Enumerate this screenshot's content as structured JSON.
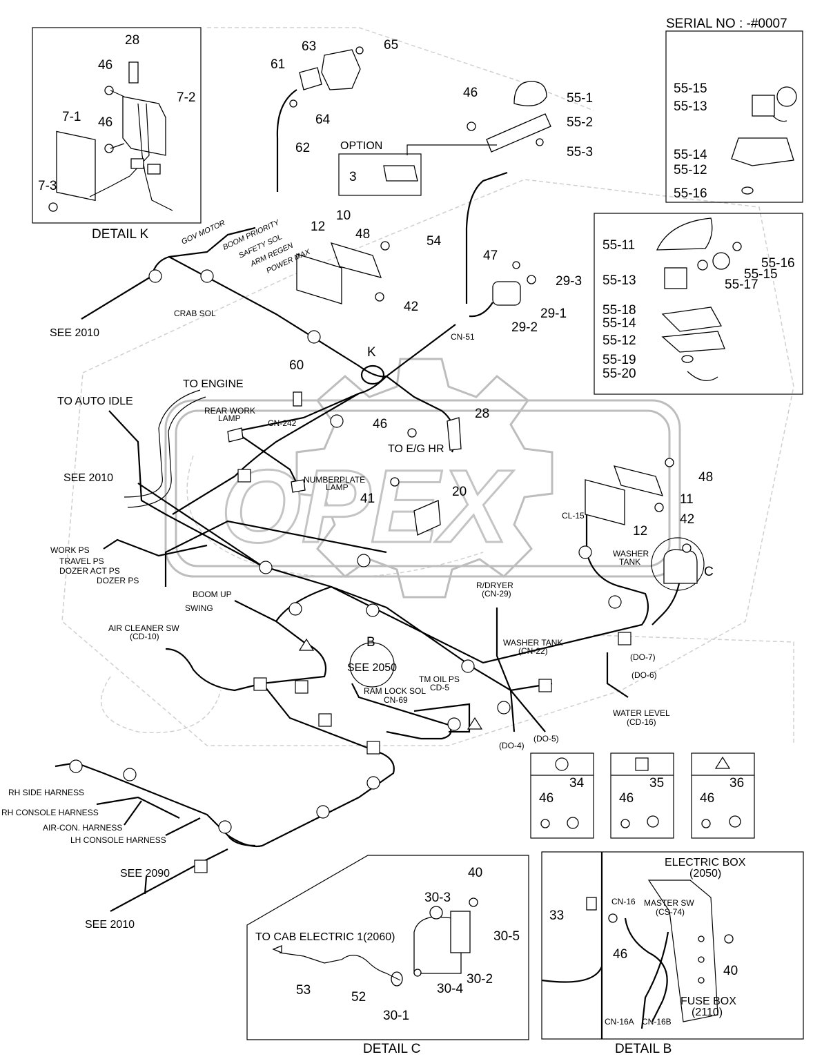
{
  "serial": "SERIAL NO : -#0007",
  "watermark": "OPEX",
  "details": {
    "k": "DETAIL K",
    "c": "DETAIL C",
    "b": "DETAIL B",
    "option": "OPTION",
    "k_marker": "K",
    "b_marker": "B",
    "c_marker": "C"
  },
  "connectors": {
    "gov_motor": "GOV MOTOR",
    "boom_priority": "BOOM PRIORITY",
    "safety_sol": "SAFETY SOL",
    "arm_regen": "ARM REGEN",
    "power_max": "POWER MAX",
    "crab_sol": "CRAB SOL",
    "cn51": "CN-51",
    "cn242": "CN-242",
    "rear_work_lamp_1": "REAR WORK",
    "rear_work_lamp_2": "LAMP",
    "numberplate_1": "NUMBERPLATE",
    "numberplate_2": "LAMP",
    "to_eg_hr": "TO E/G HR",
    "cl15": "CL-15",
    "washer_tank_1": "WASHER",
    "washer_tank_2": "TANK",
    "work_ps": "WORK PS",
    "travel_ps": "TRAVEL PS",
    "dozer_act_ps": "DOZER ACT PS",
    "dozer_ps": "DOZER PS",
    "boom_up": "BOOM UP",
    "swing": "SWING",
    "air_cleaner_1": "AIR CLEANER SW",
    "air_cleaner_2": "(CD-10)",
    "rdryer_1": "R/DRYER",
    "rdryer_2": "(CN-29)",
    "washer_cn22_1": "WASHER TANK",
    "washer_cn22_2": "(CN-22)",
    "do7": "(DO-7)",
    "do6": "(DO-6)",
    "do4": "(DO-4)",
    "do5": "(DO-5)",
    "water_level_1": "WATER LEVEL",
    "water_level_2": "(CD-16)",
    "tm_oil_1": "TM OIL PS",
    "tm_oil_2": "CD-5",
    "ram_lock_1": "RAM LOCK SOL",
    "ram_lock_2": "CN-69",
    "rh_side": "RH SIDE HARNESS",
    "rh_console": "RH CONSOLE HARNESS",
    "aircon": "AIR-CON. HARNESS",
    "lh_console": "LH CONSOLE HARNESS",
    "cn16": "CN-16",
    "master_sw_1": "MASTER SW",
    "master_sw_2": "(CS-74)",
    "cn16a": "CN-16A",
    "cn16b": "CN-16B"
  },
  "references": {
    "see2010_a": "SEE 2010",
    "see2010_b": "SEE 2010",
    "see2010_c": "SEE 2010",
    "see2050": "SEE 2050",
    "see2090": "SEE 2090",
    "to_engine": "TO ENGINE",
    "to_auto_idle": "TO AUTO IDLE",
    "to_cab": "TO CAB ELECTRIC 1(2060)",
    "electric_box_1": "ELECTRIC BOX",
    "electric_box_2": "(2050)",
    "fuse_box_1": "FUSE BOX",
    "fuse_box_2": "(2110)"
  },
  "parts": {
    "p28": "28",
    "p46a": "46",
    "p72": "7-2",
    "p71": "7-1",
    "p46b": "46",
    "p73": "7-3",
    "p63": "63",
    "p65": "65",
    "p61": "61",
    "p64": "64",
    "p62": "62",
    "p46c": "46",
    "p551": "55-1",
    "p552": "55-2",
    "p553": "55-3",
    "p3": "3",
    "p54": "54",
    "p5515a": "55-15",
    "p5513a": "55-13",
    "p5514a": "55-14",
    "p5512a": "55-12",
    "p5516a": "55-16",
    "p5511": "55-11",
    "p5516b": "55-16",
    "p5515b": "55-15",
    "p5513b": "55-13",
    "p5517": "55-17",
    "p5518": "55-18",
    "p5514b": "55-14",
    "p5512b": "55-12",
    "p5519": "55-19",
    "p5520": "55-20",
    "p10": "10",
    "p12a": "12",
    "p48a": "48",
    "p42a": "42",
    "p47": "47",
    "p293": "29-3",
    "p291": "29-1",
    "p292": "29-2",
    "p60": "60",
    "p46d": "46",
    "p28b": "28",
    "p41": "41",
    "p20": "20",
    "p48b": "48",
    "p11": "11",
    "p42b": "42",
    "p12b": "12",
    "legend_46a": "46",
    "legend_34": "34",
    "legend_46b": "46",
    "legend_35": "35",
    "legend_46c": "46",
    "legend_36": "36",
    "p40a": "40",
    "p303": "30-3",
    "p305": "30-5",
    "p53": "53",
    "p52": "52",
    "p304": "30-4",
    "p302": "30-2",
    "p301": "30-1",
    "p33": "33",
    "p46e": "46",
    "p40b": "40"
  }
}
